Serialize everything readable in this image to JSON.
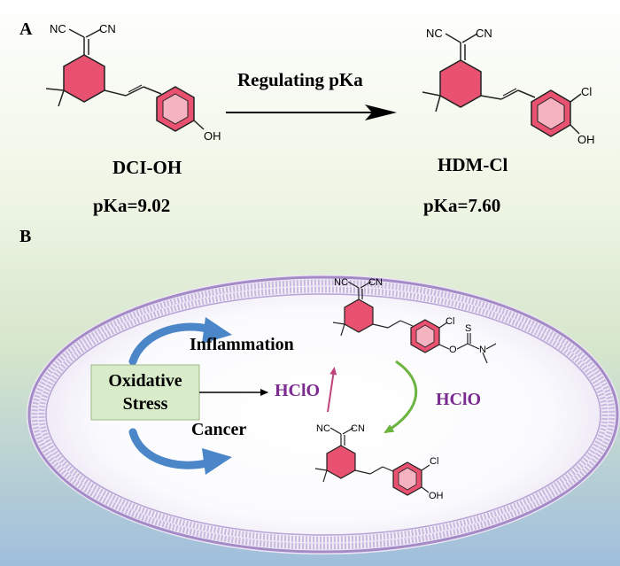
{
  "panel_a": {
    "label": "A",
    "arrow_label": "Regulating pKa",
    "left_compound": {
      "name": "DCI-OH",
      "pka": "pKa=9.02"
    },
    "right_compound": {
      "name": "HDM-Cl",
      "pka": "pKa=7.60"
    }
  },
  "panel_b": {
    "label": "B",
    "stress_box": {
      "line1": "Oxidative",
      "line2": "Stress"
    },
    "inflammation": "Inflammation",
    "cancer": "Cancer",
    "hclo_product": "HClO",
    "hclo_reagent": "HClO"
  },
  "atoms": {
    "nc": "NC",
    "cn": "CN",
    "oh": "OH",
    "cl": "Cl",
    "o": "O",
    "s": "S",
    "n": "N"
  },
  "colors": {
    "ring_fill": "#e8516f",
    "hclo_text": "#7b2b8f",
    "up_arrow": "#c0427a",
    "green_arrow": "#6cb33f",
    "curved_arrows": "#4a86c8",
    "box_fill": "#d9ecc9",
    "membrane": "#a48ac6"
  }
}
